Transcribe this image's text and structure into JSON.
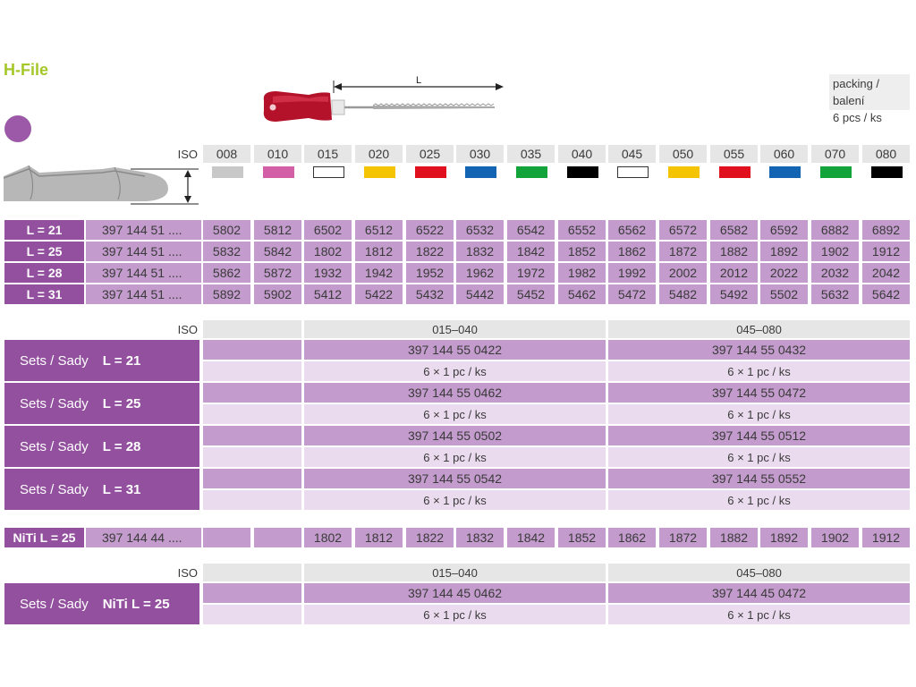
{
  "title": "H-File",
  "packing": {
    "line1": "packing / balení",
    "line2": "6 pcs / ks"
  },
  "drawing": {
    "length_label": "L"
  },
  "iso_label": "ISO",
  "sizes": [
    "008",
    "010",
    "015",
    "020",
    "025",
    "030",
    "035",
    "040",
    "045",
    "050",
    "055",
    "060",
    "070",
    "080"
  ],
  "swatch_colors": [
    "#c8c8c8",
    "#d35fa7",
    "#ffffff",
    "#f5c400",
    "#e0101f",
    "#1464b4",
    "#12a33a",
    "#000000",
    "#ffffff",
    "#f5c400",
    "#e0101f",
    "#1464b4",
    "#12a33a",
    "#000000"
  ],
  "main_rows": [
    {
      "label": "L = 21",
      "prefix": "397 144 51 ....",
      "codes": [
        "5802",
        "5812",
        "6502",
        "6512",
        "6522",
        "6532",
        "6542",
        "6552",
        "6562",
        "6572",
        "6582",
        "6592",
        "6882",
        "6892"
      ]
    },
    {
      "label": "L = 25",
      "prefix": "397 144 51 ....",
      "codes": [
        "5832",
        "5842",
        "1802",
        "1812",
        "1822",
        "1832",
        "1842",
        "1852",
        "1862",
        "1872",
        "1882",
        "1892",
        "1902",
        "1912"
      ]
    },
    {
      "label": "L = 28",
      "prefix": "397 144 51 ....",
      "codes": [
        "5862",
        "5872",
        "1932",
        "1942",
        "1952",
        "1962",
        "1972",
        "1982",
        "1992",
        "2002",
        "2012",
        "2022",
        "2032",
        "2042"
      ]
    },
    {
      "label": "L = 31",
      "prefix": "397 144 51 ....",
      "codes": [
        "5892",
        "5902",
        "5412",
        "5422",
        "5432",
        "5442",
        "5452",
        "5462",
        "5472",
        "5482",
        "5492",
        "5502",
        "5632",
        "5642"
      ]
    }
  ],
  "sets_header": {
    "iso": "ISO",
    "range1": "015–040",
    "range2": "045–080"
  },
  "sets": [
    {
      "name": "Sets / Sady",
      "length": "L = 21",
      "code1": "397 144 55 0422",
      "code2": "397 144 55 0432",
      "pack1": "6 × 1 pc / ks",
      "pack2": "6 × 1 pc / ks"
    },
    {
      "name": "Sets / Sady",
      "length": "L = 25",
      "code1": "397 144 55 0462",
      "code2": "397 144 55 0472",
      "pack1": "6 × 1 pc / ks",
      "pack2": "6 × 1 pc / ks"
    },
    {
      "name": "Sets / Sady",
      "length": "L = 28",
      "code1": "397 144 55 0502",
      "code2": "397 144 55 0512",
      "pack1": "6 × 1 pc / ks",
      "pack2": "6 × 1 pc / ks"
    },
    {
      "name": "Sets / Sady",
      "length": "L = 31",
      "code1": "397 144 55 0542",
      "code2": "397 144 55 0552",
      "pack1": "6 × 1 pc / ks",
      "pack2": "6 × 1 pc / ks"
    }
  ],
  "niti_row": {
    "label": "NiTi L = 25",
    "prefix": "397 144 44 ....",
    "codes": [
      "",
      "",
      "1802",
      "1812",
      "1822",
      "1832",
      "1842",
      "1852",
      "1862",
      "1872",
      "1882",
      "1892",
      "1902",
      "1912"
    ]
  },
  "niti_sets_header": {
    "iso": "ISO",
    "range1": "015–040",
    "range2": "045–080"
  },
  "niti_sets": {
    "name": "Sets / Sady",
    "length": "NiTi L = 25",
    "code1": "397 144 45 0462",
    "code2": "397 144 45 0472",
    "pack1": "6 × 1 pc / ks",
    "pack2": "6 × 1 pc / ks"
  }
}
